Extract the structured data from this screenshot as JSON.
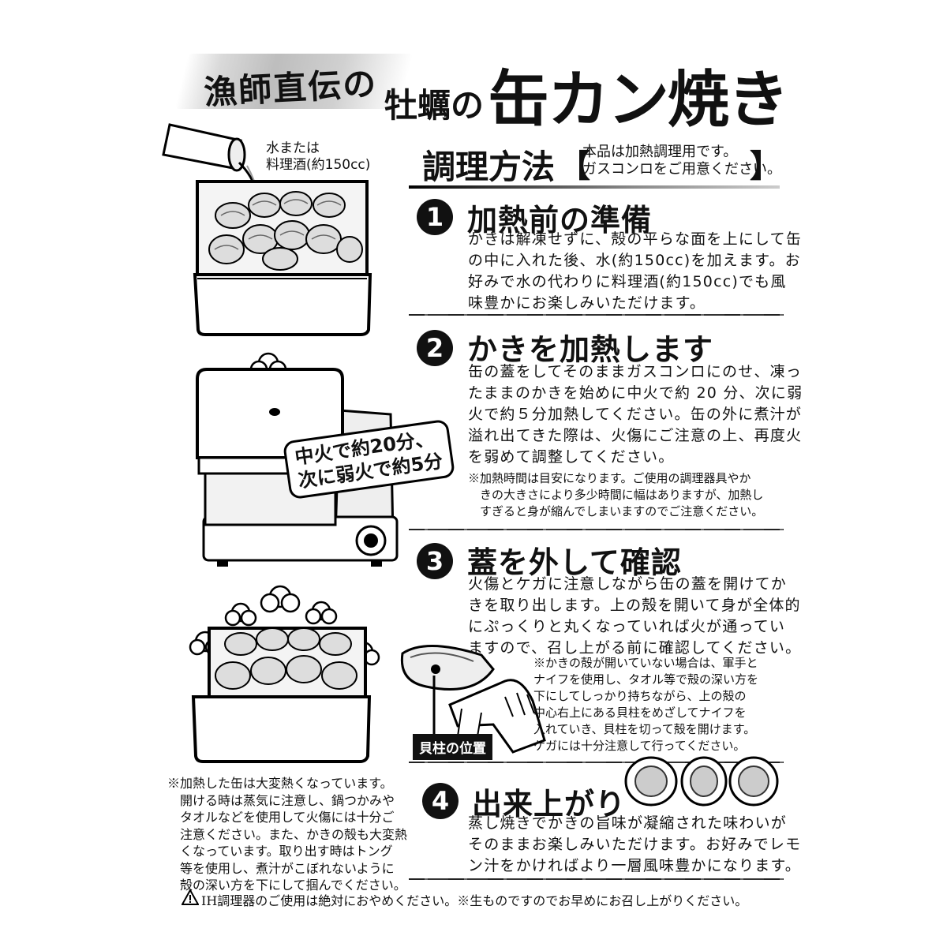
{
  "header": {
    "subtitle": "漁師直伝の",
    "title_part1": "牡蠣の",
    "title_part2": "缶カン焼き"
  },
  "method": {
    "title": "調理方法",
    "note_line1": "本品は加熱調理用です。",
    "note_line2": "ガスコンロをご用意ください。",
    "bracket_open": "【",
    "bracket_close": "】"
  },
  "illustrations": {
    "water_label_line1": "水または",
    "water_label_line2": "料理酒(約150cc)",
    "heat_bubble_line1": "中火で約20分、",
    "heat_bubble_line2": "次に弱火で約5分",
    "adductor_label": "貝柱の位置"
  },
  "steps": [
    {
      "number": "1",
      "title": "加熱前の準備",
      "lines": [
        "かきは解凍せずに、殻の平らな面を上にして缶",
        "の中に入れた後、水(約150cc)を加えます。お",
        "好みで水の代わりに料理酒(約150cc)でも風",
        "味豊かにお楽しみいただけます。"
      ]
    },
    {
      "number": "2",
      "title": "かきを加熱します",
      "lines": [
        "缶の蓋をしてそのままガスコンロにのせ、凍っ",
        "たままのかきを始めに中火で約 20 分、次に弱",
        "火で約５分加熱してください。缶の外に煮汁が",
        "溢れ出てきた際は、火傷にご注意の上、再度火",
        "を弱めて調整してください。"
      ],
      "note_lines": [
        "※加熱時間は目安になります。ご使用の調理器具やか",
        "　きの大きさにより多少時間に幅はありますが、加熱し",
        "　すぎると身が縮んでしまいますのでご注意ください。"
      ]
    },
    {
      "number": "3",
      "title": "蓋を外して確認",
      "lines": [
        "火傷とケガに注意しながら缶の蓋を開けてか",
        "きを取り出します。上の殻を開いて身が全体的",
        "にぷっくりと丸くなっていれば火が通ってい",
        "ますので、召し上がる前に確認してください。"
      ],
      "note_lines": [
        "※かきの殻が開いていない場合は、軍手と",
        "ナイフを使用し、タオル等で殻の深い方を",
        "下にしてしっかり持ちながら、上の殻の",
        "中心右上にある貝柱をめざしてナイフを",
        "入れていき、貝柱を切って殻を開けます。",
        "ケガには十分注意して行ってください。"
      ]
    },
    {
      "number": "4",
      "title": "出来上がり",
      "lines": [
        "蒸し焼きでかきの旨味が凝縮された味わいが",
        "そのままお楽しみいただけます。お好みでレモ",
        "ン汁をかければより一層風味豊かになります。"
      ]
    }
  ],
  "caution_left": {
    "lines": [
      "※加熱した缶は大変熱くなっています。",
      "開ける時は蒸気に注意し、鍋つかみや",
      "タオルなどを使用して火傷には十分ご",
      "注意ください。また、かきの殻も大変熱",
      "くなっています。取り出す時はトング",
      "等を使用し、煮汁がこぼれないように",
      "殻の深い方を下にして掴んでください。"
    ]
  },
  "footer": {
    "text": "IH調理器のご使用は絶対におやめください。※生ものですのでお早めにお召し上がりください。"
  }
}
